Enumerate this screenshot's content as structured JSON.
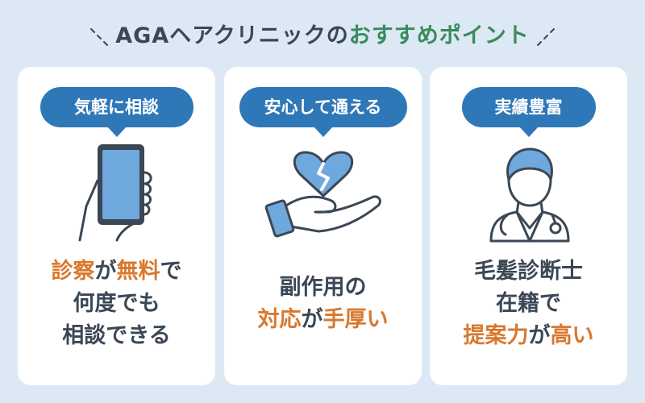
{
  "title": {
    "main": "AGAヘアクリニックの",
    "accent": "おすすめポイント"
  },
  "colors": {
    "pill": "#2f78b8",
    "highlight": "#d9782d",
    "text": "#3b4755",
    "title_accent": "#3a8b5e",
    "background": "#dde8f5"
  },
  "cards": [
    {
      "badge": "気軽に相談",
      "icon": "smartphone-in-hand-icon",
      "lines": [
        [
          {
            "t": "診察",
            "h": true
          },
          {
            "t": "が",
            "h": false
          },
          {
            "t": "無料",
            "h": true
          },
          {
            "t": "で",
            "h": false
          }
        ],
        [
          {
            "t": "何度でも",
            "h": false
          }
        ],
        [
          {
            "t": "相談できる",
            "h": false
          }
        ]
      ]
    },
    {
      "badge": "安心して通える",
      "icon": "hand-holding-broken-heart-icon",
      "lines": [
        [
          {
            "t": "副作用の",
            "h": false
          }
        ],
        [
          {
            "t": "対応",
            "h": true
          },
          {
            "t": "が",
            "h": false
          },
          {
            "t": "手厚い",
            "h": true
          }
        ]
      ]
    },
    {
      "badge": "実績豊富",
      "icon": "doctor-with-stethoscope-icon",
      "lines": [
        [
          {
            "t": "毛髪診断士",
            "h": false
          }
        ],
        [
          {
            "t": "在籍",
            "h": false
          },
          {
            "t": "で",
            "h": false
          }
        ],
        [
          {
            "t": "提案力",
            "h": true
          },
          {
            "t": "が",
            "h": false
          },
          {
            "t": "高い",
            "h": true
          }
        ]
      ]
    }
  ]
}
